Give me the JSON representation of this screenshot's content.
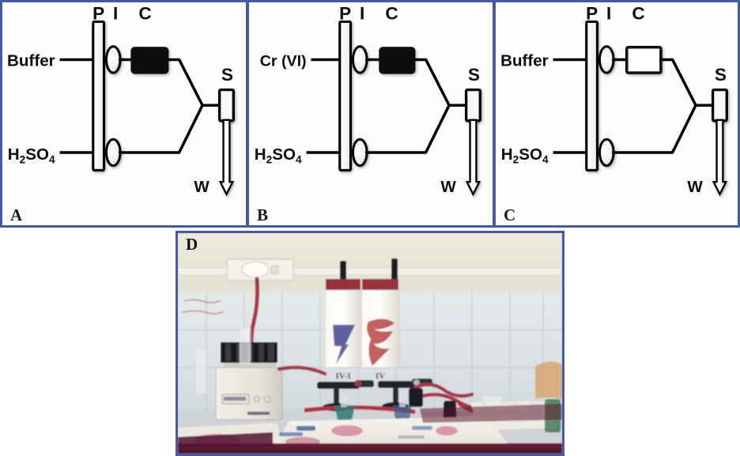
{
  "figure": {
    "panel_count": 4,
    "border_color": "#4559a4",
    "background_color": "#ffffff"
  },
  "panels": [
    {
      "letter": "A",
      "component_labels": {
        "pump": "P",
        "injector": "I",
        "column": "C",
        "detector": "S",
        "waste": "W"
      },
      "inlet_top": "Buffer",
      "inlet_bottom_parts": {
        "h": "H",
        "sub1": "2",
        "s": "SO",
        "sub2": "4"
      },
      "inlet_bottom": "H2SO4",
      "column_fill": "#0a0a0a",
      "column_style": "filled"
    },
    {
      "letter": "B",
      "component_labels": {
        "pump": "P",
        "injector": "I",
        "column": "C",
        "detector": "S",
        "waste": "W"
      },
      "inlet_top": "Cr (VI)",
      "inlet_bottom_parts": {
        "h": "H",
        "sub1": "2",
        "s": "SO",
        "sub2": "4"
      },
      "inlet_bottom": "H2SO4",
      "column_fill": "#0a0a0a",
      "column_style": "filled"
    },
    {
      "letter": "C",
      "component_labels": {
        "pump": "P",
        "injector": "I",
        "column": "C",
        "detector": "S",
        "waste": "W"
      },
      "inlet_top": "Buffer",
      "inlet_bottom_parts": {
        "h": "H",
        "sub1": "2",
        "s": "SO",
        "sub2": "4"
      },
      "inlet_bottom": "H2SO4",
      "column_fill": "#ffffff",
      "column_style": "hollow"
    }
  ],
  "photo": {
    "letter": "D",
    "caption": "",
    "reservoir_labels": [
      "IV-I",
      "IV"
    ],
    "colors": {
      "wall_upper": "#e8e6d8",
      "wall_tile": "#dfe5e6",
      "tile_grout": "#c3cdd0",
      "bench": "#5c1830",
      "paper": "#f2f0ea",
      "instrument": "#e6e4dc",
      "tubing_red": "#a8364a",
      "bottle_cap": "#a8303a"
    }
  }
}
